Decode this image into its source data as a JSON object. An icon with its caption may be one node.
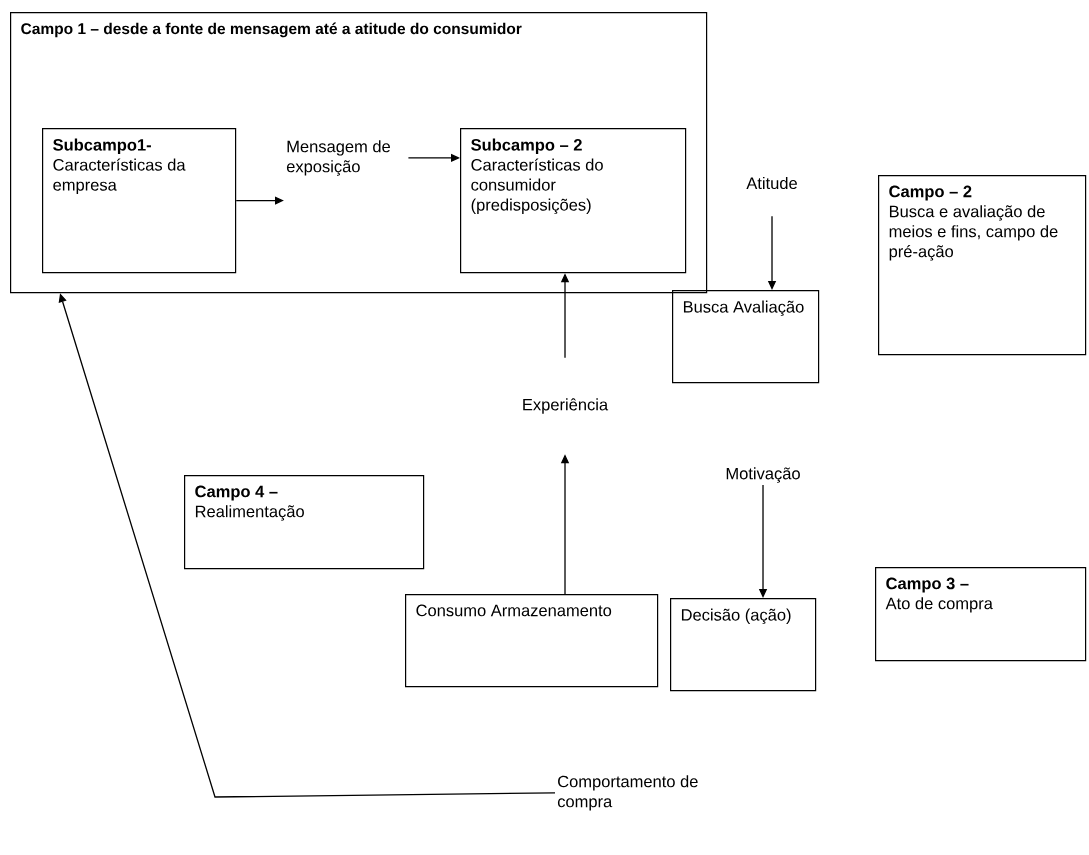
{
  "diagram": {
    "nodes": [
      {
        "text": [
          "Campo 1 – desde a fonte de mensagem até a atitude do consumidor"
        ]
      },
      {
        "text": [
          "Subcampo1-",
          "Características da empresa"
        ],
        "in": 0
      },
      {
        "text": [
          "Mensagem de exposição"
        ],
        "in": 0
      },
      {
        "text": [
          "Subcampo – 2",
          "Características do consumidor (predisposições)"
        ],
        "in": 0
      },
      {
        "text": [
          "Atitude"
        ]
      },
      {
        "text": [
          "Busca Avaliação"
        ]
      },
      {
        "text": [
          "Campo – 2",
          "Busca e avaliação de meios e fins, campo de pré-ação"
        ]
      },
      {
        "text": [
          "Experiência"
        ]
      },
      {
        "text": [
          "Campo 4 –",
          "Realimentação"
        ]
      },
      {
        "text": [
          "Motivação"
        ]
      },
      {
        "text": [
          "Campo 3 –",
          "Ato de compra"
        ]
      },
      {
        "text": [
          "Consumo Armazenamento"
        ]
      },
      {
        "text": [
          "Decisão (ação)"
        ]
      },
      {
        "text": [
          "Comportamento de compra"
        ]
      }
    ],
    "edges": [
      {
        "from": 1,
        "to": 2,
        "arrow": "to"
      },
      {
        "from": 2,
        "to": 3,
        "arrow": "to"
      },
      {
        "from": 4,
        "to": 5,
        "arrow": "to"
      },
      {
        "from": 7,
        "to": 3,
        "arrow": "to"
      },
      {
        "from": 11,
        "to": 7,
        "arrow": "to"
      },
      {
        "from": 9,
        "to": 12,
        "arrow": "to"
      },
      {
        "from": 13,
        "to": 0,
        "arrow": "to"
      }
    ]
  }
}
